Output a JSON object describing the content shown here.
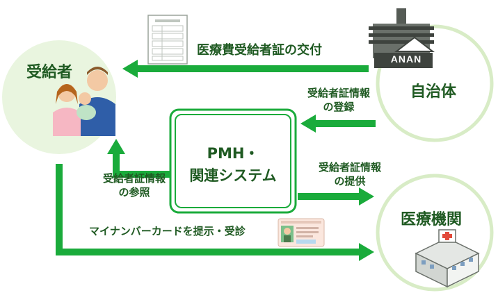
{
  "nodes": {
    "recipient": {
      "label": "受給者"
    },
    "municipality": {
      "label": "自治体",
      "logo_text": "ANAN"
    },
    "medical": {
      "label": "医療機関"
    },
    "pmh": {
      "line1": "PMH・",
      "line2": "関連システム"
    }
  },
  "arrows": {
    "issue": {
      "label": "医療費受給者証の交付"
    },
    "register": {
      "line1": "受給者証情報",
      "line2": "の登録"
    },
    "reference": {
      "line1": "受給者証情報",
      "line2": "の参照"
    },
    "provide": {
      "line1": "受給者証情報",
      "line2": "の提供"
    },
    "mynumber": {
      "label": "マイナンバーカードを提示・受診"
    }
  },
  "colors": {
    "arrow": "#1aab3b",
    "circle_fill": "#e9f5df",
    "circle_ring": "#d8ecc6",
    "label_text": "#1f5a22"
  }
}
